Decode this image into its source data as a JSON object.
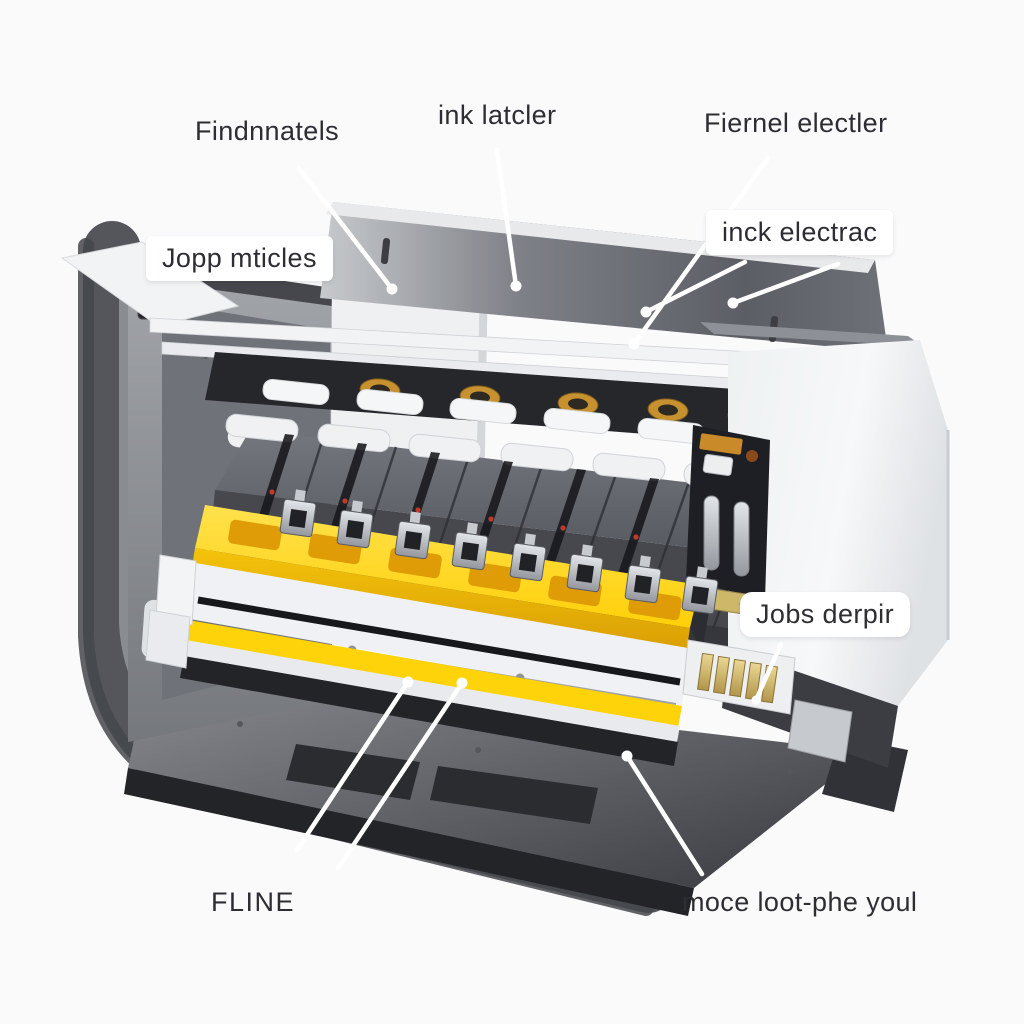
{
  "page": {
    "background_color": "#fafafb"
  },
  "diagram": {
    "subject": "inkjet-printer-cutaway-illustration",
    "colors": {
      "accent_yellow": "#ffd30a",
      "body_dark_gray": "#46484e",
      "shell_gray": "#54565c",
      "panel_white": "#f3f5f6",
      "gold_connector": "#cdb86a",
      "label_text": "#2d2d33",
      "leader_line": "#ffffff"
    },
    "labels": [
      {
        "text": "Findnnatels"
      },
      {
        "text": "ink latcler"
      },
      {
        "text": "Fiernel electler"
      },
      {
        "text": "inck electrac"
      },
      {
        "text": "Jopp mticles"
      },
      {
        "text": "Jobs derpir"
      },
      {
        "text": "FLINE"
      },
      {
        "text": "moce loot-phe youl"
      }
    ]
  }
}
